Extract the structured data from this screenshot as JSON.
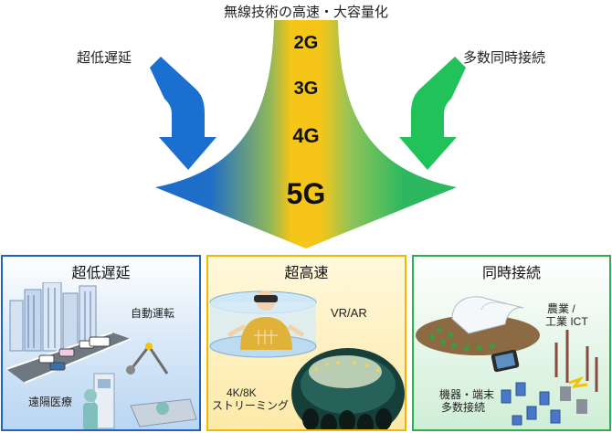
{
  "header": {
    "title": "無線技術の高速・大容量化"
  },
  "arrows": {
    "left_label": "超低遅延",
    "right_label": "多数同時接続",
    "left_color": "#1a6fd1",
    "right_color": "#22c25a"
  },
  "funnel": {
    "generations": [
      "2G",
      "3G",
      "4G",
      "5G"
    ],
    "colors": {
      "blue": "#1e6ec8",
      "yellow": "#f5c518",
      "green": "#2db860"
    }
  },
  "panels": {
    "low_latency": {
      "title": "超低遅延",
      "border_color": "#1f63c5",
      "labels": {
        "autonomous_driving": "自動運転",
        "remote_medicine": "遠隔医療"
      }
    },
    "high_speed": {
      "title": "超高速",
      "border_color": "#f0b800",
      "labels": {
        "vr_ar": "VR/AR",
        "streaming_line1": "4K/8K",
        "streaming_line2": "ストリーミング"
      }
    },
    "simultaneous": {
      "title": "同時接続",
      "border_color": "#2bb24c",
      "labels": {
        "agriculture_line1": "農業 /",
        "agriculture_line2": "工業 ICT",
        "devices_line1": "機器・端末",
        "devices_line2": "多数接続"
      }
    }
  }
}
